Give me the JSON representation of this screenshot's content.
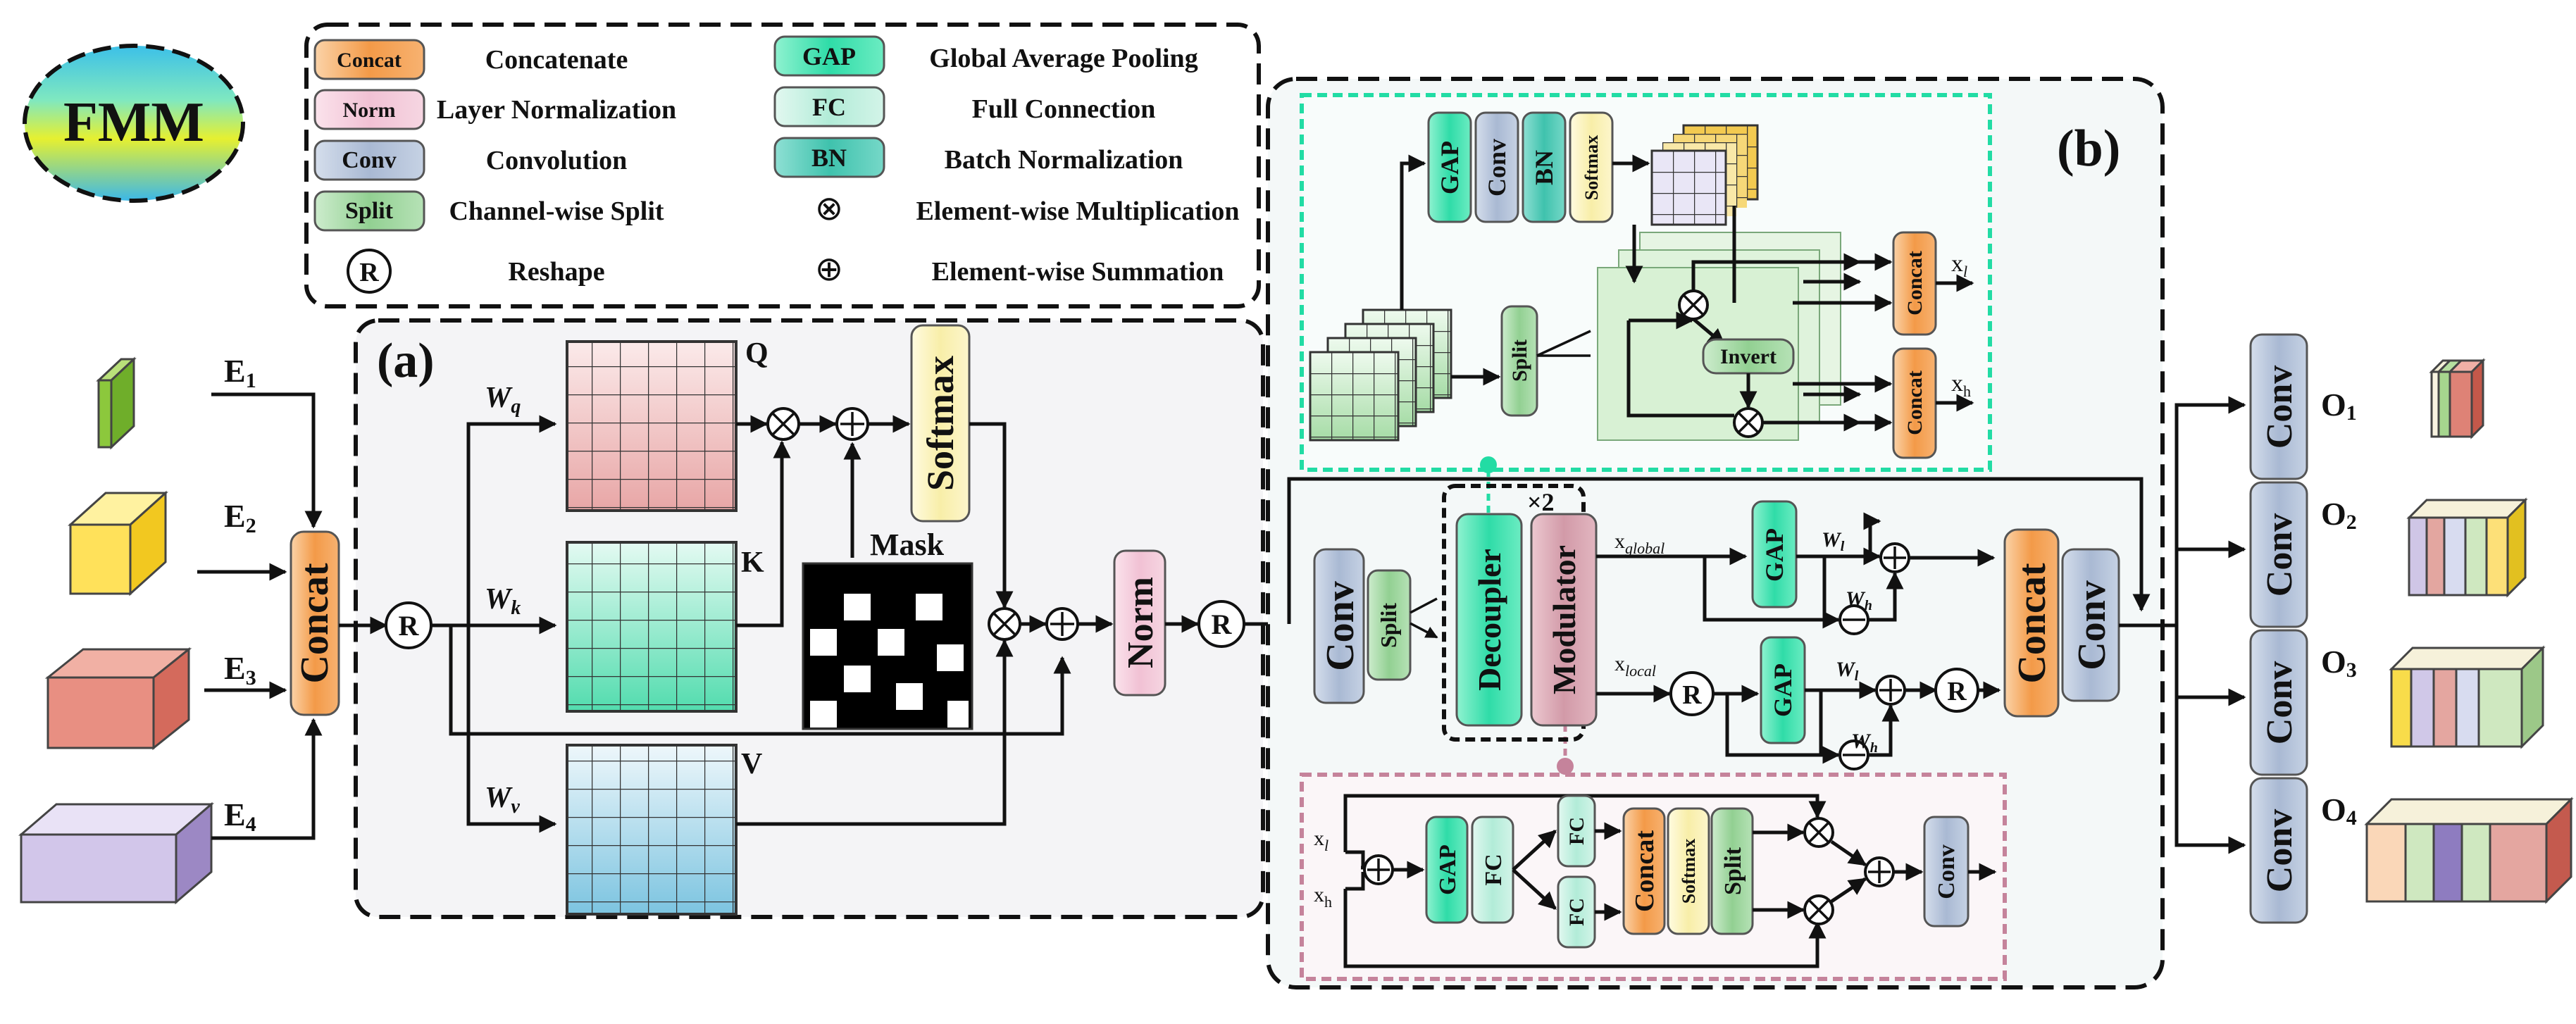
{
  "fmm_label": "FMM",
  "legend": [
    {
      "tag": "Concat",
      "desc": "Concatenate"
    },
    {
      "tag": "Norm",
      "desc": "Layer Normalization"
    },
    {
      "tag": "Conv",
      "desc": "Convolution"
    },
    {
      "tag": "Split",
      "desc": "Channel-wise Split"
    },
    {
      "tag": "R",
      "desc": "Reshape"
    },
    {
      "tag": "GAP",
      "desc": "Global Average Pooling"
    },
    {
      "tag": "FC",
      "desc": "Full Connection"
    },
    {
      "tag": "BN",
      "desc": "Batch Normalization"
    },
    {
      "tag": "⊗",
      "desc": "Element-wise Multiplication"
    },
    {
      "tag": "⊕",
      "desc": "Element-wise Summation"
    }
  ],
  "panel_a": {
    "label": "(a)",
    "inputs": [
      {
        "main": "E",
        "sub": "1"
      },
      {
        "main": "E",
        "sub": "2"
      },
      {
        "main": "E",
        "sub": "3"
      },
      {
        "main": "E",
        "sub": "4"
      }
    ],
    "concat": "Concat",
    "reshape": "R",
    "weights": [
      {
        "main": "W",
        "sub": "q"
      },
      {
        "main": "W",
        "sub": "k"
      },
      {
        "main": "W",
        "sub": "v"
      }
    ],
    "matrices": [
      "Q",
      "K",
      "V"
    ],
    "mask": "Mask",
    "softmax": "Softmax",
    "norm": "Norm",
    "reshape_out": "R"
  },
  "panel_b": {
    "label": "(b)",
    "conv": "Conv",
    "split": "Split",
    "decoupler": "Decoupler",
    "modulator": "Modulator",
    "repeat": "×2",
    "x_global": {
      "main": "x",
      "sub": "global"
    },
    "x_local": {
      "main": "x",
      "sub": "local"
    },
    "gap": "GAP",
    "w_l": {
      "main": "W",
      "sub": "l"
    },
    "w_h": {
      "main": "W",
      "sub": "h"
    },
    "r": "R",
    "concat": "Concat",
    "conv_out": "Conv",
    "decoupler_detail": {
      "gap": "GAP",
      "conv": "Conv",
      "bn": "BN",
      "softmax": "Softmax",
      "split": "Split",
      "invert": "Invert",
      "concat": "Concat",
      "xl": {
        "main": "x",
        "sub": "l"
      },
      "xh": {
        "main": "x",
        "sub": "h"
      }
    },
    "modulator_detail": {
      "xl": {
        "main": "x",
        "sub": "l"
      },
      "xh": {
        "main": "x",
        "sub": "h"
      },
      "gap": "GAP",
      "fc": "FC",
      "concat": "Concat",
      "softmax": "Softmax",
      "split": "Split",
      "conv": "Conv"
    }
  },
  "outputs": {
    "conv": "Conv",
    "labels": [
      {
        "main": "O",
        "sub": "1"
      },
      {
        "main": "O",
        "sub": "2"
      },
      {
        "main": "O",
        "sub": "3"
      },
      {
        "main": "O",
        "sub": "4"
      }
    ]
  },
  "colors": {
    "concat": "#f5a45d",
    "norm": "#f4c9d8",
    "conv": "#b8c6dc",
    "split": "#a8d8a8",
    "gap": "#43e0b0",
    "fc": "#bfeedd",
    "bn": "#4fc9b6",
    "softmax": "#fbf3c0",
    "modulator": "#d9aab5",
    "decoupler": "#66e8b8"
  }
}
